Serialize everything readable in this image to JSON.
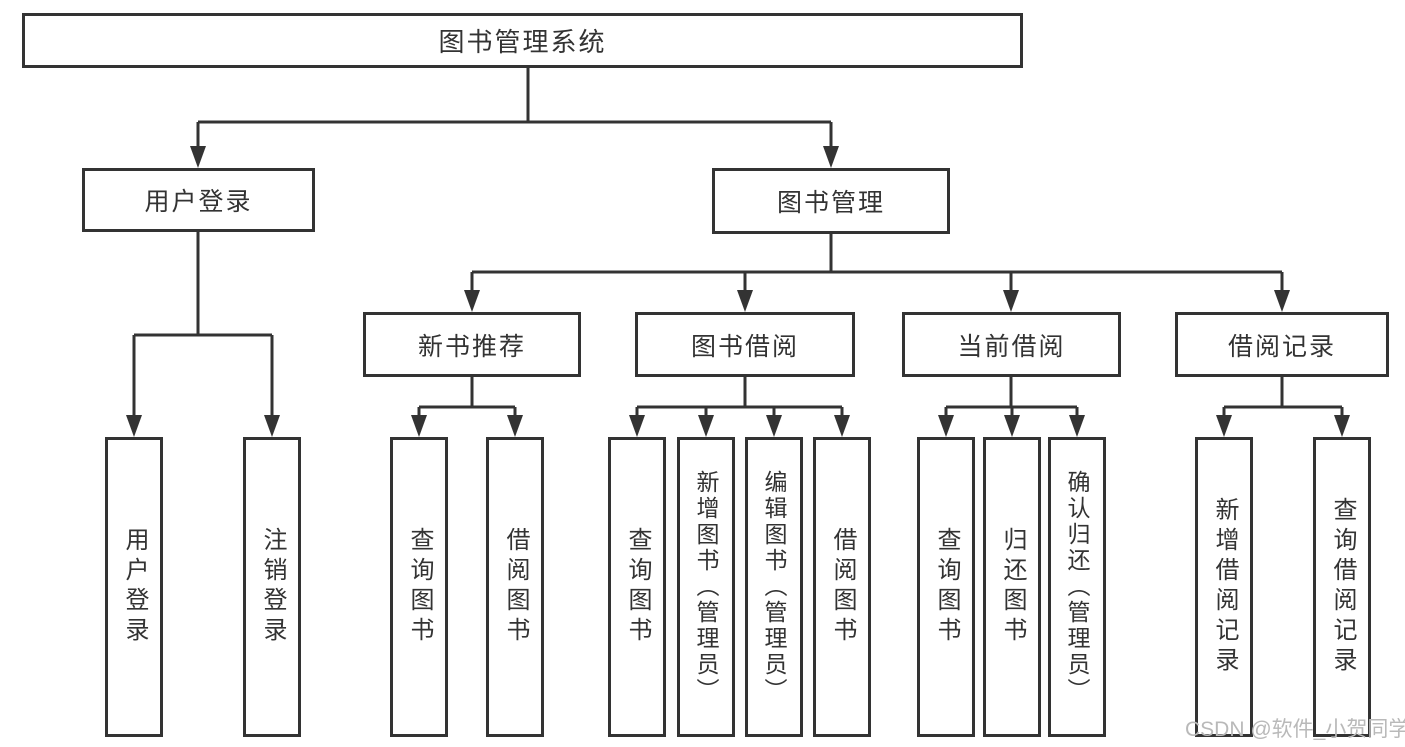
{
  "page": {
    "background": "#ffffff",
    "type": "functional-structure-diagram"
  },
  "colors": {
    "line": "#333333",
    "box_border": "#333333",
    "text": "#333333",
    "watermark_text": "#b9b9b9"
  },
  "watermark": {
    "text": "CSDN @软件_小贺同学"
  },
  "nodes": {
    "root": "图书管理系统",
    "user_login": "用户登录",
    "book_mgmt": "图书管理",
    "new_rec": "新书推荐",
    "book_borrow": "图书借阅",
    "current_borrow": "当前借阅",
    "borrow_record": "借阅记录",
    "v_user_login": "用户登录",
    "v_logout": "注销登录",
    "v_query_book_newrec": "查询图书",
    "v_borrow_book_newrec": "借阅图书",
    "v_query_book_borrow": "查询图书",
    "v_add_book": "新增图书（管理员）",
    "v_edit_book": "编辑图书（管理员）",
    "v_borrow_book_borrow": "借阅图书",
    "v_query_book_current": "查询图书",
    "v_return_book": "归还图书",
    "v_confirm_return": "确认归还（管理员）",
    "v_add_record": "新增借阅记录",
    "v_query_record": "查询借阅记录"
  },
  "hierarchy": {
    "图书管理系统": {
      "用户登录": [
        "用户登录",
        "注销登录"
      ],
      "图书管理": {
        "新书推荐": [
          "查询图书",
          "借阅图书"
        ],
        "图书借阅": [
          "查询图书",
          "新增图书（管理员）",
          "编辑图书（管理员）",
          "借阅图书"
        ],
        "当前借阅": [
          "查询图书",
          "归还图书",
          "确认归还（管理员）"
        ],
        "借阅记录": [
          "新增借阅记录",
          "查询借阅记录"
        ]
      }
    }
  }
}
